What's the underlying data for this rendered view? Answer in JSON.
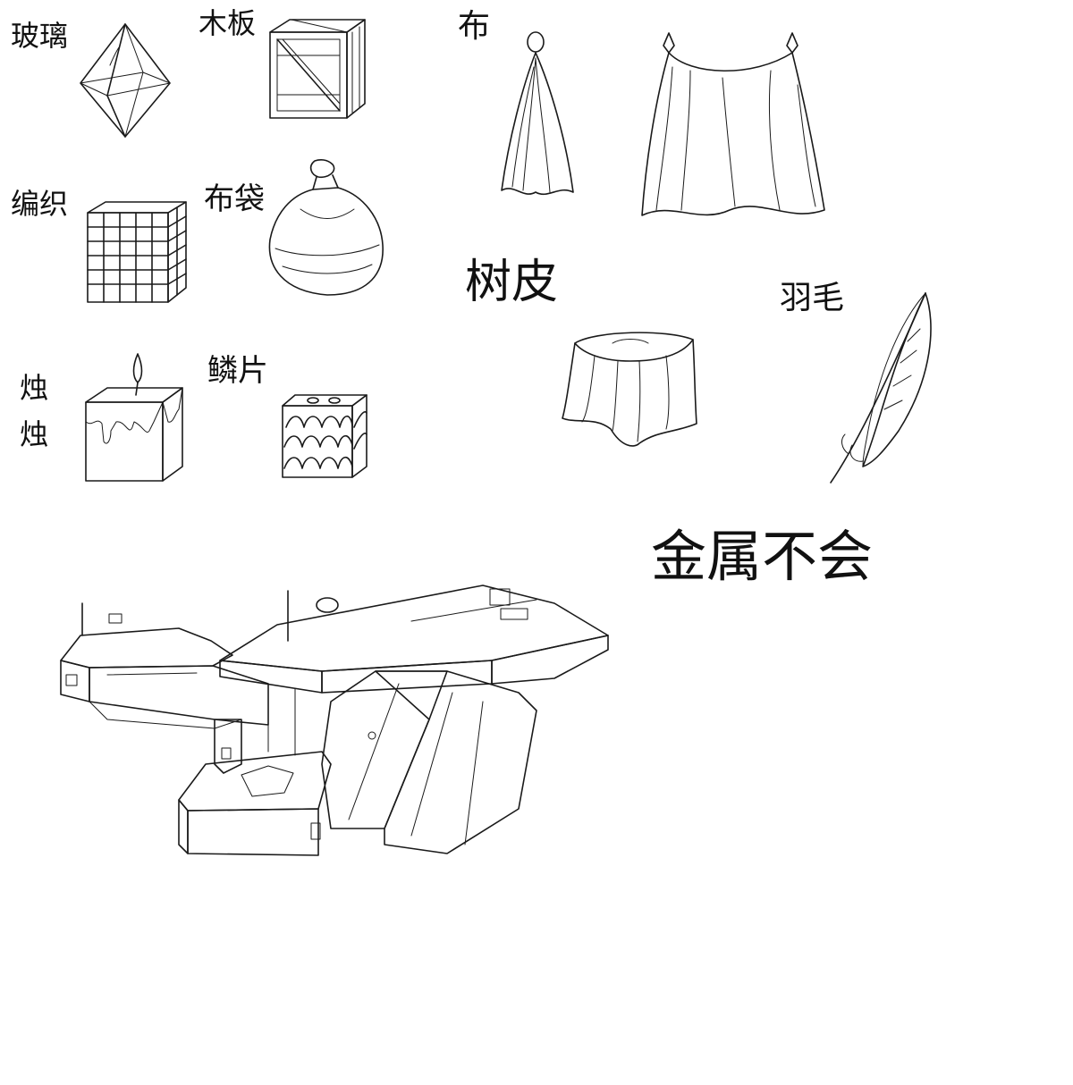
{
  "labels": {
    "glass": "玻璃",
    "wood_board": "木板",
    "cloth": "布",
    "weave": "编织",
    "cloth_bag": "布袋",
    "bark": "树皮",
    "feather": "羽毛",
    "candle_top": "烛",
    "candle_bottom": "烛",
    "scales": "鳞片",
    "metal_note": "金属不会"
  }
}
